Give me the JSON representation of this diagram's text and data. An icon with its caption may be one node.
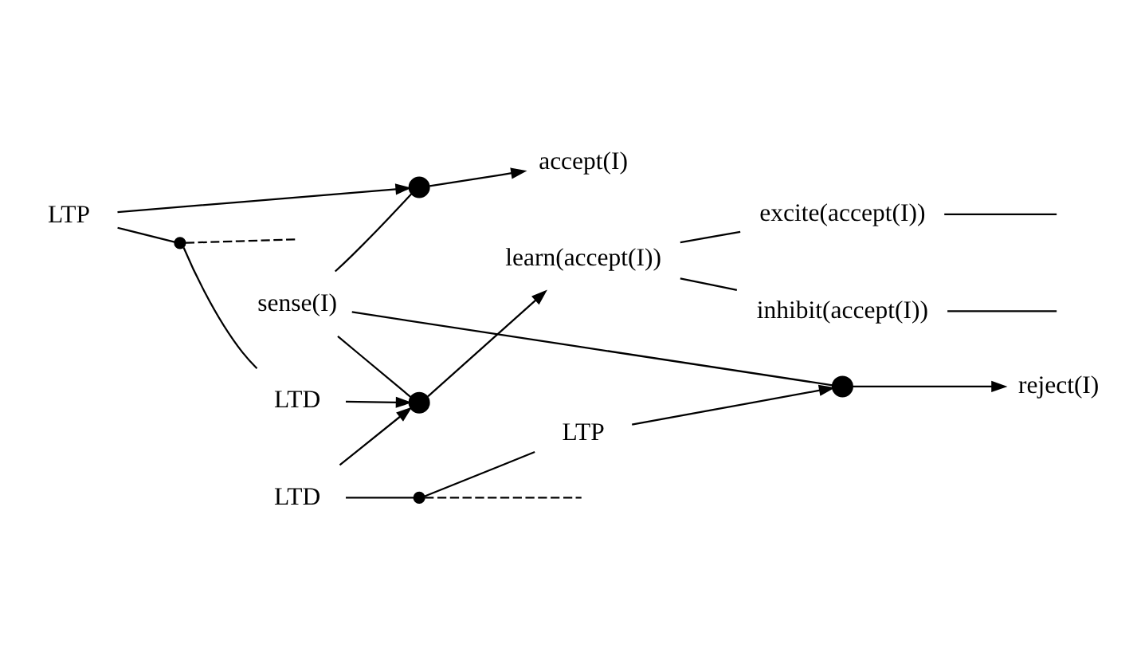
{
  "diagram": {
    "nodes": [
      {
        "text": [
          "sense(I)"
        ]
      },
      {
        "text": [],
        "shape": "circle"
      },
      {
        "text": [
          "accept(I)"
        ]
      },
      {
        "text": [
          "LTP"
        ]
      },
      {
        "text": [],
        "shape": "dot"
      },
      {
        "text": [
          "LTD"
        ]
      },
      {
        "text": [],
        "shape": "circle"
      },
      {
        "text": [
          "learn(accept(I))"
        ]
      },
      {
        "text": [
          "excite(accept(I))"
        ]
      },
      {
        "text": [
          "inhibit(accept(I))"
        ]
      },
      {
        "text": [
          "LTD"
        ]
      },
      {
        "text": [],
        "shape": "dot"
      },
      {
        "text": [
          "LTP"
        ]
      },
      {
        "text": [],
        "shape": "circle"
      },
      {
        "text": [
          "reject(I)"
        ]
      }
    ],
    "edges": [
      {
        "from": 0,
        "to": 1,
        "arrow": "none"
      },
      {
        "from": 1,
        "to": 2,
        "arrow": "to"
      },
      {
        "from": 3,
        "to": 1,
        "arrow": "to"
      },
      {
        "from": 3,
        "to": 4,
        "arrow": "none"
      },
      {
        "from": 4,
        "to": 5,
        "arrow": "none"
      },
      {
        "from": 4,
        "to": null,
        "arrow": "none",
        "style": "dashed"
      },
      {
        "from": 5,
        "to": 6,
        "arrow": "to"
      },
      {
        "from": 0,
        "to": 6,
        "arrow": "none"
      },
      {
        "from": 6,
        "to": 7,
        "arrow": "to"
      },
      {
        "from": 7,
        "to": 8,
        "arrow": "none"
      },
      {
        "from": 7,
        "to": 9,
        "arrow": "none"
      },
      {
        "from": 8,
        "to": null,
        "arrow": "none"
      },
      {
        "from": 9,
        "to": null,
        "arrow": "none"
      },
      {
        "from": 10,
        "to": 6,
        "arrow": "to"
      },
      {
        "from": 10,
        "to": 11,
        "arrow": "none"
      },
      {
        "from": 11,
        "to": null,
        "arrow": "none",
        "style": "dashed"
      },
      {
        "from": 11,
        "to": 12,
        "arrow": "none"
      },
      {
        "from": 12,
        "to": 13,
        "arrow": "to"
      },
      {
        "from": 0,
        "to": 13,
        "arrow": "none"
      },
      {
        "from": 13,
        "to": 14,
        "arrow": "to"
      }
    ]
  }
}
